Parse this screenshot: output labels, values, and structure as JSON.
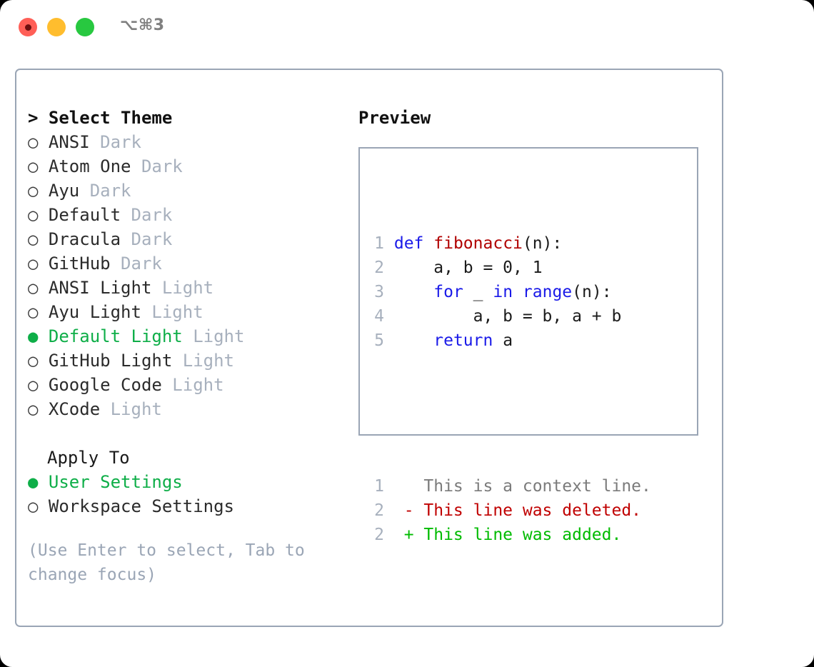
{
  "titlebar": {
    "lights": [
      "close",
      "minimize",
      "zoom"
    ],
    "shortcut": "⌥⌘3"
  },
  "theme_section": {
    "header": "> Select Theme",
    "items": [
      {
        "marker": "○",
        "name": "ANSI",
        "variant": "Dark",
        "selected": false
      },
      {
        "marker": "○",
        "name": "Atom One",
        "variant": "Dark",
        "selected": false
      },
      {
        "marker": "○",
        "name": "Ayu",
        "variant": "Dark",
        "selected": false
      },
      {
        "marker": "○",
        "name": "Default",
        "variant": "Dark",
        "selected": false
      },
      {
        "marker": "○",
        "name": "Dracula",
        "variant": "Dark",
        "selected": false
      },
      {
        "marker": "○",
        "name": "GitHub",
        "variant": "Dark",
        "selected": false
      },
      {
        "marker": "○",
        "name": "ANSI Light",
        "variant": "Light",
        "selected": false
      },
      {
        "marker": "○",
        "name": "Ayu Light",
        "variant": "Light",
        "selected": false
      },
      {
        "marker": "●",
        "name": "Default Light",
        "variant": "Light",
        "selected": true
      },
      {
        "marker": "○",
        "name": "GitHub Light",
        "variant": "Light",
        "selected": false
      },
      {
        "marker": "○",
        "name": "Google Code",
        "variant": "Light",
        "selected": false
      },
      {
        "marker": "○",
        "name": "XCode",
        "variant": "Light",
        "selected": false
      }
    ]
  },
  "apply_section": {
    "header": "Apply To",
    "items": [
      {
        "marker": "●",
        "name": "User Settings",
        "selected": true
      },
      {
        "marker": "○",
        "name": "Workspace Settings",
        "selected": false
      }
    ]
  },
  "hint": "(Use Enter to select, Tab to change focus)",
  "preview": {
    "title": "Preview",
    "code_lines": [
      {
        "num": "1",
        "indent": "",
        "tokens": [
          {
            "t": "def",
            "c": "kw"
          },
          {
            "t": " ",
            "c": "txt"
          },
          {
            "t": "fibonacci",
            "c": "fn"
          },
          {
            "t": "(n):",
            "c": "txt"
          }
        ]
      },
      {
        "num": "2",
        "indent": "    ",
        "tokens": [
          {
            "t": "a, b = 0, 1",
            "c": "txt"
          }
        ]
      },
      {
        "num": "3",
        "indent": "    ",
        "tokens": [
          {
            "t": "for",
            "c": "kw"
          },
          {
            "t": " _ ",
            "c": "txt"
          },
          {
            "t": "in",
            "c": "kw"
          },
          {
            "t": " ",
            "c": "txt"
          },
          {
            "t": "range",
            "c": "kw"
          },
          {
            "t": "(n):",
            "c": "txt"
          }
        ]
      },
      {
        "num": "4",
        "indent": "        ",
        "tokens": [
          {
            "t": "a, b = b, a + b",
            "c": "txt"
          }
        ]
      },
      {
        "num": "5",
        "indent": "    ",
        "tokens": [
          {
            "t": "return",
            "c": "kw"
          },
          {
            "t": " a",
            "c": "txt"
          }
        ]
      }
    ],
    "diff_lines": [
      {
        "num": "1",
        "sign": " ",
        "text": " This is a context line.",
        "kind": "ctx"
      },
      {
        "num": "2",
        "sign": "-",
        "text": " This line was deleted.",
        "kind": "del"
      },
      {
        "num": "2",
        "sign": "+",
        "text": " This line was added.",
        "kind": "add"
      }
    ]
  },
  "colors": {
    "accent_green": "#0eae48",
    "muted": "#a7b0bd",
    "border": "#9aa5b5",
    "keyword_blue": "#1a1ae8",
    "function_red": "#b00000",
    "diff_delete": "#c00000",
    "diff_add": "#00bb00",
    "light_red": "#ff5f57",
    "light_amber": "#ffbd2e",
    "light_green": "#28c840"
  }
}
